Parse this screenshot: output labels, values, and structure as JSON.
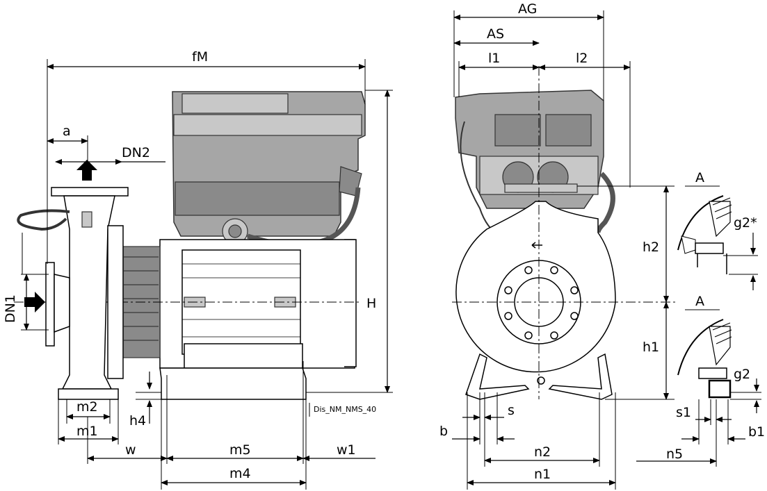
{
  "drawing_id": "Dis_NM_NMS_40",
  "side_view": {
    "labels": {
      "fM": "fM",
      "a": "a",
      "DN2": "DN2",
      "DN1": "DN1",
      "H": "H",
      "m2": "m2",
      "m1": "m1",
      "h4": "h4",
      "w": "w",
      "m5": "m5",
      "w1": "w1",
      "m4": "m4"
    }
  },
  "front_view": {
    "labels": {
      "AG": "AG",
      "AS": "AS",
      "l1": "l1",
      "l2": "l2",
      "h2": "h2",
      "h1": "h1",
      "s": "s",
      "b": "b",
      "n2": "n2",
      "n1": "n1"
    }
  },
  "detail_views": {
    "upper": {
      "title": "A",
      "dimension": "g2*"
    },
    "lower": {
      "title": "A",
      "dimension": "g2",
      "labels": {
        "s1": "s1",
        "b1": "b1",
        "n5": "n5"
      }
    }
  }
}
